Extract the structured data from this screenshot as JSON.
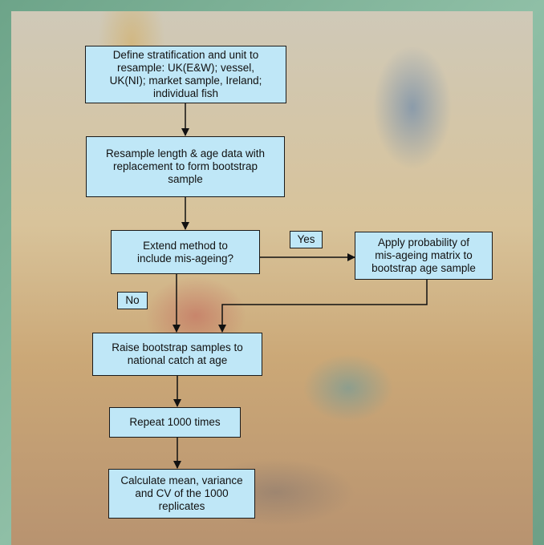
{
  "flowchart": {
    "steps": {
      "define": "Define stratification and unit to\nresample: UK(E&W); vessel,\nUK(NI); market sample, Ireland;\nindividual fish",
      "resample": "Resample length & age data with\nreplacement to form bootstrap\nsample",
      "extend": "Extend method to\ninclude mis-ageing?",
      "apply": "Apply probability of\nmis-ageing matrix to\nbootstrap age sample",
      "raise": "Raise bootstrap samples to\nnational catch at age",
      "repeat": "Repeat 1000 times",
      "calculate": "Calculate mean, variance\nand CV of the 1000\nreplicates"
    },
    "labels": {
      "yes": "Yes",
      "no": "No"
    }
  },
  "colors": {
    "box_fill": "#bfe7f7",
    "frame_green": "#7fae95"
  }
}
